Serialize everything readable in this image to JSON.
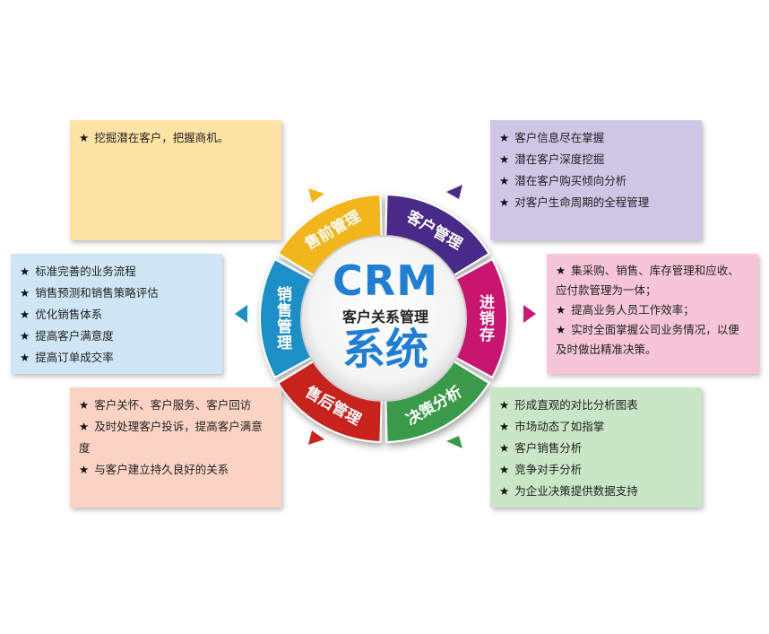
{
  "center": {
    "title": "CRM",
    "subtitle": "客户关系管理",
    "system": "系统"
  },
  "segments": [
    {
      "label": "售前管理",
      "color": "#f2b51c"
    },
    {
      "label": "客户管理",
      "color": "#4a2b88"
    },
    {
      "label": "进销存",
      "color": "#c8186f"
    },
    {
      "label": "决策分析",
      "color": "#3a9a4a"
    },
    {
      "label": "售后管理",
      "color": "#c8231f"
    },
    {
      "label": "销售管理",
      "color": "#1b8fc6"
    }
  ],
  "boxes": {
    "presale": {
      "color": "#fde3a4",
      "items": [
        "挖掘潜在客户，把握商机。"
      ]
    },
    "customer": {
      "color": "#cfc6e6",
      "items": [
        "客户信息尽在掌握",
        "潜在客户深度挖掘",
        "潜在客户购买倾向分析",
        "对客户生命周期的全程管理"
      ]
    },
    "inventory": {
      "color": "#f6c6d8",
      "items": [
        "集采购、销售、库存管理和应收、应付款管理为一体；",
        "提高业务人员工作效率；",
        "实时全面掌握公司业务情况，以便及时做出精准决策。"
      ]
    },
    "decision": {
      "color": "#c9e7c6",
      "items": [
        "形成直观的对比分析图表",
        "市场动态了如指掌",
        "客户销售分析",
        "竞争对手分析",
        "为企业决策提供数据支持"
      ]
    },
    "aftersale": {
      "color": "#fbd3c4",
      "items": [
        "客户关怀、客户服务、客户回访",
        "及时处理客户投诉，提高客户满意度",
        "与客户建立持久良好的关系"
      ]
    },
    "sales": {
      "color": "#cfe6f6",
      "items": [
        "标准完善的业务流程",
        "销售预测和销售策略评估",
        "优化销售体系",
        "提高客户满意度",
        "提高订单成交率"
      ]
    }
  }
}
